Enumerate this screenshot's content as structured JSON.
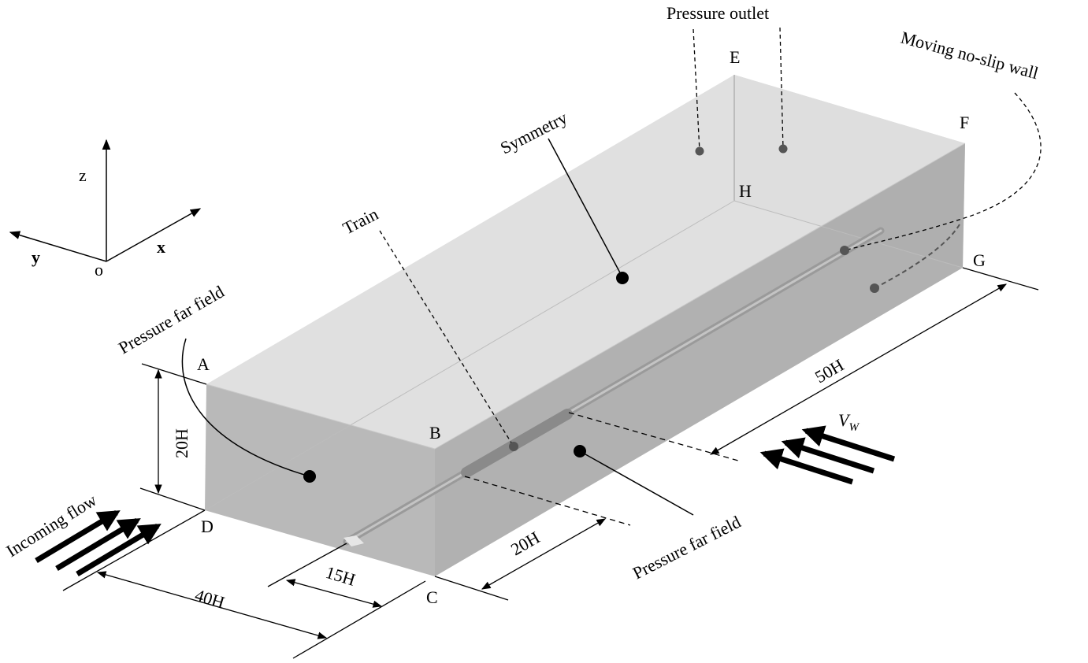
{
  "labels": {
    "pressure_outlet": "Pressure outlet",
    "moving_wall": "Moving no-slip wall",
    "symmetry": "Symmetry",
    "train": "Train",
    "far_field_left": "Pressure far field",
    "far_field_right": "Pressure far field",
    "incoming_flow": "Incoming flow"
  },
  "points": {
    "A": "A",
    "B": "B",
    "C": "C",
    "D": "D",
    "E": "E",
    "F": "F",
    "G": "G",
    "H": "H"
  },
  "axes": {
    "z": "z",
    "x": "x",
    "y": "y",
    "o": "o"
  },
  "dimensions": {
    "height": "20H",
    "upstream": "40H",
    "train_offset": "15H",
    "downstream_width": "20H",
    "length": "50H"
  },
  "velocity": {
    "symbol": "V",
    "subscript": "W"
  },
  "colors": {
    "top_face": "#dedede",
    "front_face": "#b5b5b5",
    "side_face": "#adadad",
    "back_face": "#cdcdcd",
    "marker": "#555555",
    "marker_dark": "#000000"
  }
}
